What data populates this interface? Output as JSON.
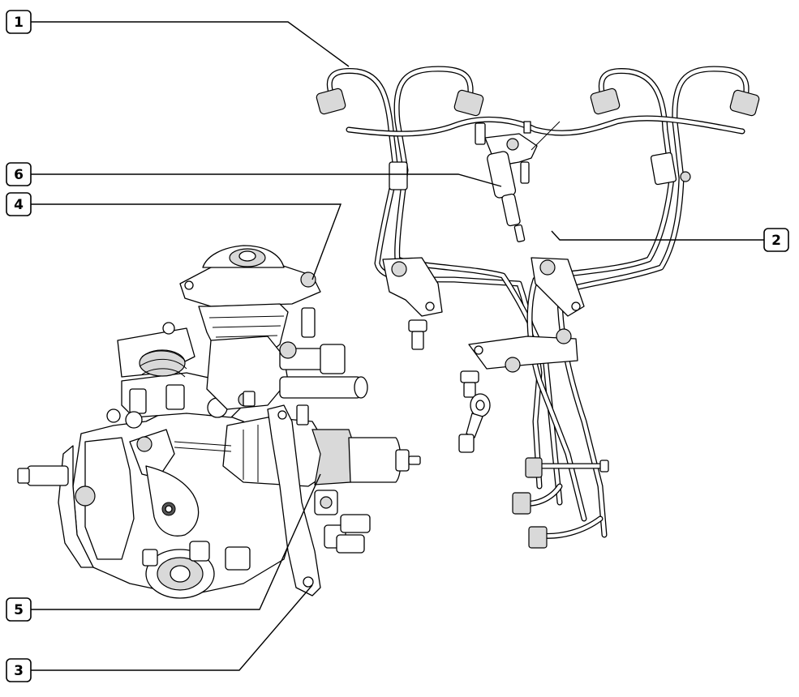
{
  "diagram": {
    "callouts": [
      {
        "id": "c1",
        "label": "1"
      },
      {
        "id": "c6",
        "label": "6"
      },
      {
        "id": "c4",
        "label": "4"
      },
      {
        "id": "c2",
        "label": "2"
      },
      {
        "id": "c5",
        "label": "5"
      },
      {
        "id": "c3",
        "label": "3"
      }
    ]
  },
  "colors": {
    "line": "#000000",
    "fill": "#ffffff",
    "shade": "#d9d9d9"
  }
}
